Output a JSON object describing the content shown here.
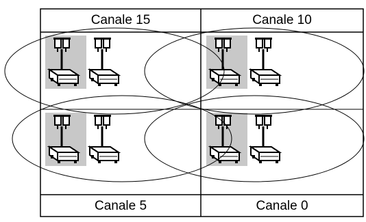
{
  "channels": [
    {
      "label": "Canale 15"
    },
    {
      "label": "Canale 10"
    },
    {
      "label": "Canale 5"
    },
    {
      "label": "Canale 0"
    }
  ],
  "colors": {
    "highlight": "#c8c8c8",
    "stroke": "#000000",
    "background": "#ffffff"
  },
  "icon": "weighing-scale-icon"
}
